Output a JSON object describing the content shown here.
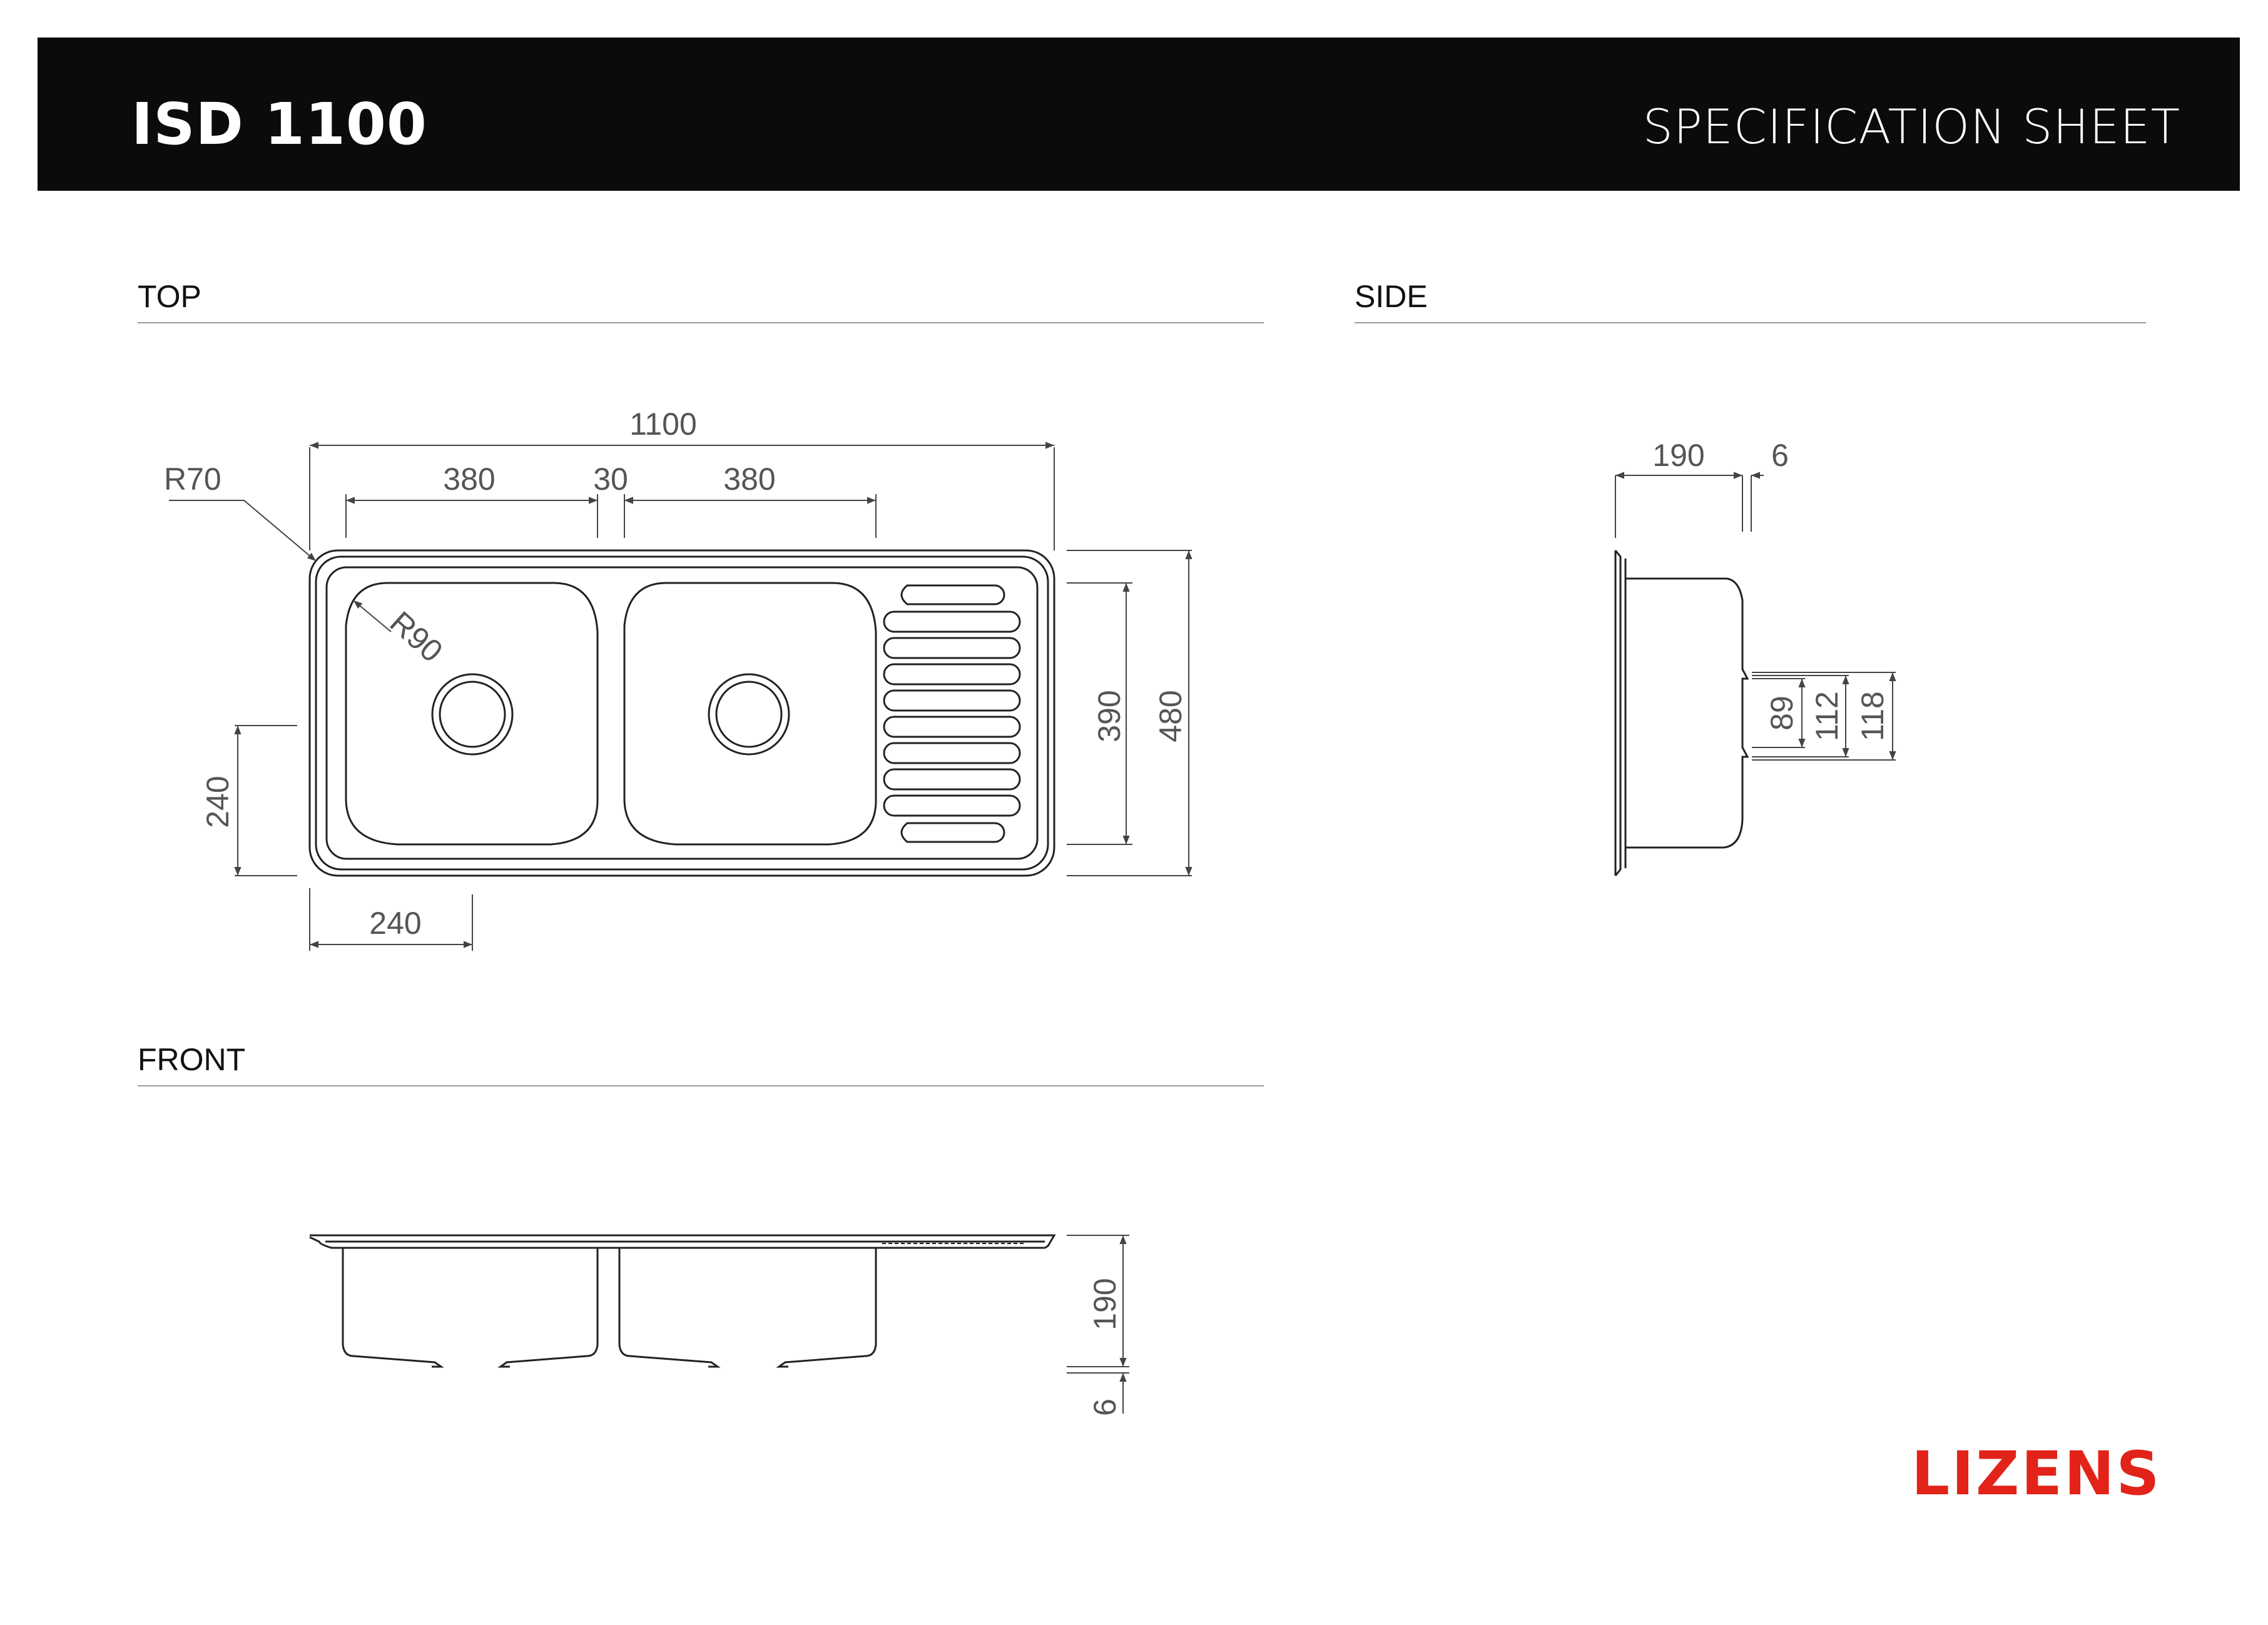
{
  "header": {
    "product": "ISD 1100",
    "sheet_title": "SPECIFICATION SHEET"
  },
  "sections": {
    "top": "TOP",
    "side": "SIDE",
    "front": "FRONT"
  },
  "top_view": {
    "overall_width": "1100",
    "bowl_left": "380",
    "bowl_gap": "30",
    "bowl_right": "380",
    "corner_radius": "R70",
    "bowl_radius": "R90",
    "inner_depth": "390",
    "overall_depth": "480",
    "drain_offset_y": "240",
    "drain_offset_x": "240"
  },
  "side_view": {
    "bowl_depth": "190",
    "rim": "6",
    "d1": "89",
    "d2": "112",
    "d3": "118"
  },
  "front_view": {
    "bowl_depth": "190",
    "rim": "6"
  },
  "brand": {
    "logo": "LIZENS",
    "color": "#e2231a"
  }
}
